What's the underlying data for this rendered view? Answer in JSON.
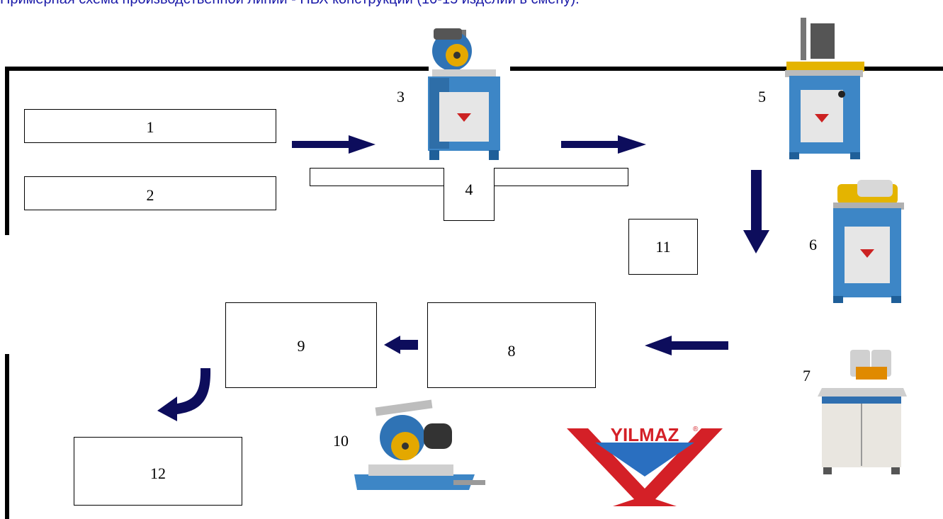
{
  "title": "Примерная схема производственной линии - ПВХ конструкции (10-15 изделий в смену).",
  "stations": {
    "s1": "1",
    "s2": "2",
    "s3": "3",
    "s4": "4",
    "s5": "5",
    "s6": "6",
    "s7": "7",
    "s8": "8",
    "s9": "9",
    "s10": "10",
    "s11": "11",
    "s12": "12"
  },
  "logo": {
    "text": "YILMAZ",
    "mark": "®",
    "color": "#d42027",
    "accent": "#2a6fc0"
  },
  "colors": {
    "arrow": "#0d0d5c",
    "machine_body": "#3d86c6",
    "machine_dark": "#1f5f99",
    "walls": "#000000"
  }
}
